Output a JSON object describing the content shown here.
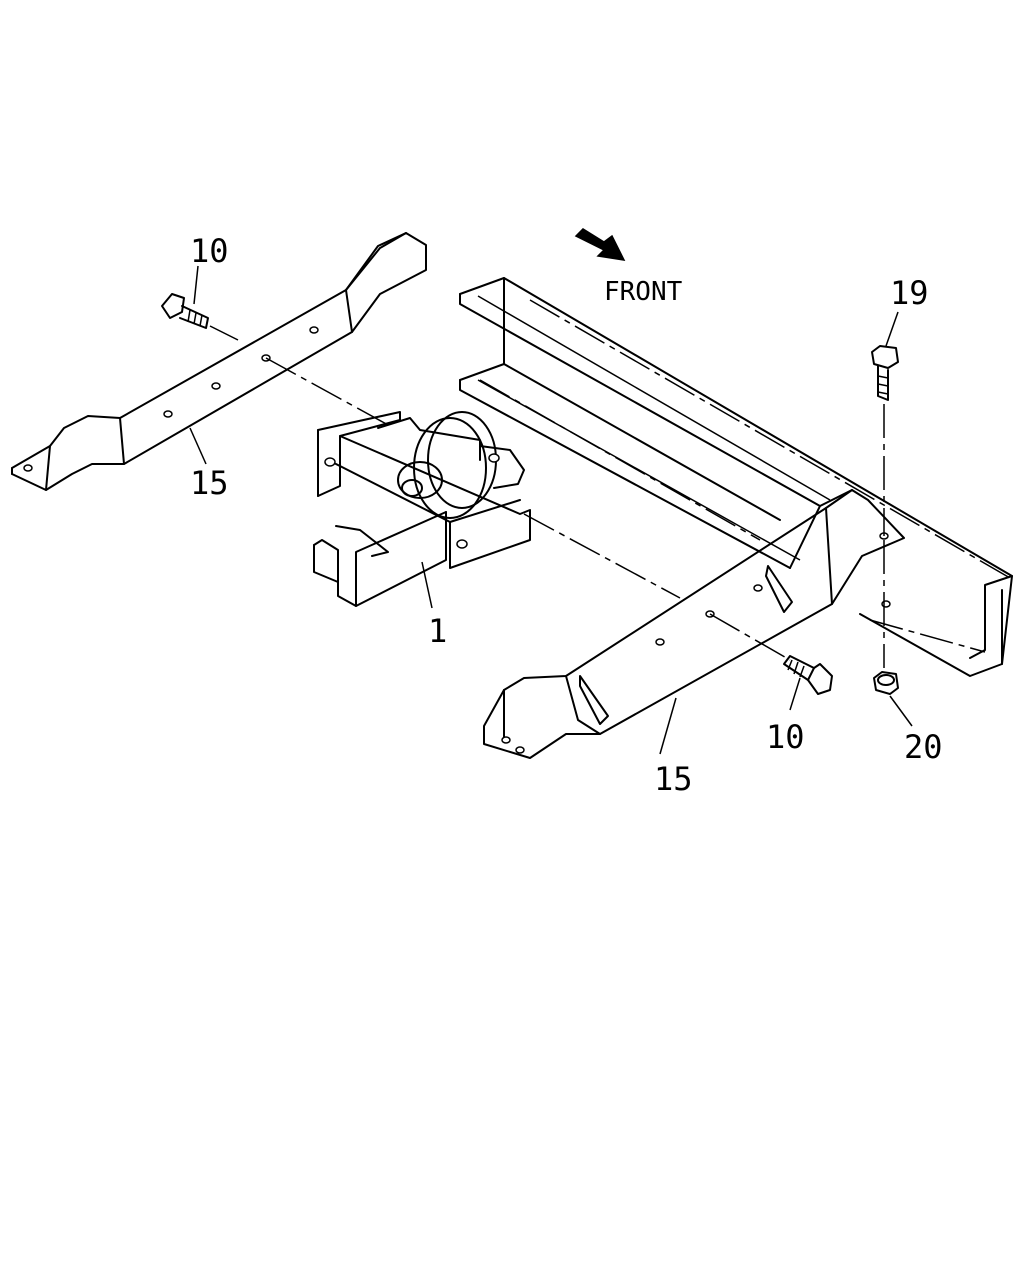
{
  "direction_label": "FRONT",
  "callouts": {
    "bolt_left": "10",
    "bracket_left": "15",
    "winch": "1",
    "bolt_top_right": "19",
    "bolt_right": "10",
    "bracket_right": "15",
    "nut": "20"
  }
}
